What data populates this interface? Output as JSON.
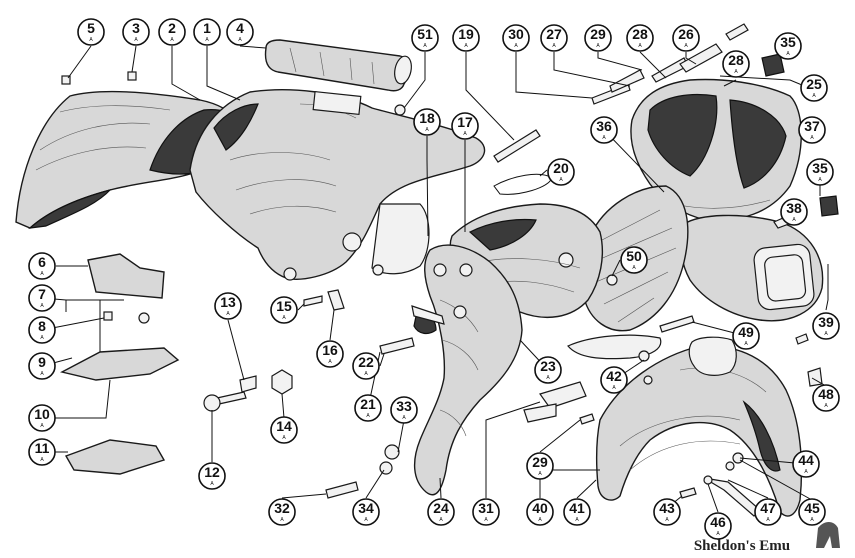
{
  "credit": "Sheldon's Emu",
  "sublabel": "A",
  "callouts": [
    {
      "id": "c5",
      "n": "5"
    },
    {
      "id": "c3",
      "n": "3"
    },
    {
      "id": "c2",
      "n": "2"
    },
    {
      "id": "c1",
      "n": "1"
    },
    {
      "id": "c4",
      "n": "4"
    },
    {
      "id": "c51",
      "n": "51"
    },
    {
      "id": "c19",
      "n": "19"
    },
    {
      "id": "c30",
      "n": "30"
    },
    {
      "id": "c27",
      "n": "27"
    },
    {
      "id": "c29a",
      "n": "29"
    },
    {
      "id": "c28a",
      "n": "28"
    },
    {
      "id": "c26",
      "n": "26"
    },
    {
      "id": "c28b",
      "n": "28"
    },
    {
      "id": "c35a",
      "n": "35"
    },
    {
      "id": "c25",
      "n": "25"
    },
    {
      "id": "c18",
      "n": "18"
    },
    {
      "id": "c17",
      "n": "17"
    },
    {
      "id": "c36",
      "n": "36"
    },
    {
      "id": "c37",
      "n": "37"
    },
    {
      "id": "c20",
      "n": "20"
    },
    {
      "id": "c35b",
      "n": "35"
    },
    {
      "id": "c38",
      "n": "38"
    },
    {
      "id": "c6",
      "n": "6"
    },
    {
      "id": "c50",
      "n": "50"
    },
    {
      "id": "c7",
      "n": "7"
    },
    {
      "id": "c13",
      "n": "13"
    },
    {
      "id": "c15",
      "n": "15"
    },
    {
      "id": "c8",
      "n": "8"
    },
    {
      "id": "c16",
      "n": "16"
    },
    {
      "id": "c9",
      "n": "9"
    },
    {
      "id": "c22",
      "n": "22"
    },
    {
      "id": "c23",
      "n": "23"
    },
    {
      "id": "c49",
      "n": "49"
    },
    {
      "id": "c39",
      "n": "39"
    },
    {
      "id": "c42",
      "n": "42"
    },
    {
      "id": "c10",
      "n": "10"
    },
    {
      "id": "c21",
      "n": "21"
    },
    {
      "id": "c14",
      "n": "14"
    },
    {
      "id": "c33",
      "n": "33"
    },
    {
      "id": "c48",
      "n": "48"
    },
    {
      "id": "c11",
      "n": "11"
    },
    {
      "id": "c12",
      "n": "12"
    },
    {
      "id": "c29b",
      "n": "29"
    },
    {
      "id": "c44",
      "n": "44"
    },
    {
      "id": "c32",
      "n": "32"
    },
    {
      "id": "c34",
      "n": "34"
    },
    {
      "id": "c24",
      "n": "24"
    },
    {
      "id": "c31",
      "n": "31"
    },
    {
      "id": "c40",
      "n": "40"
    },
    {
      "id": "c41",
      "n": "41"
    },
    {
      "id": "c43",
      "n": "43"
    },
    {
      "id": "c47",
      "n": "47"
    },
    {
      "id": "c45",
      "n": "45"
    },
    {
      "id": "c46",
      "n": "46"
    }
  ]
}
